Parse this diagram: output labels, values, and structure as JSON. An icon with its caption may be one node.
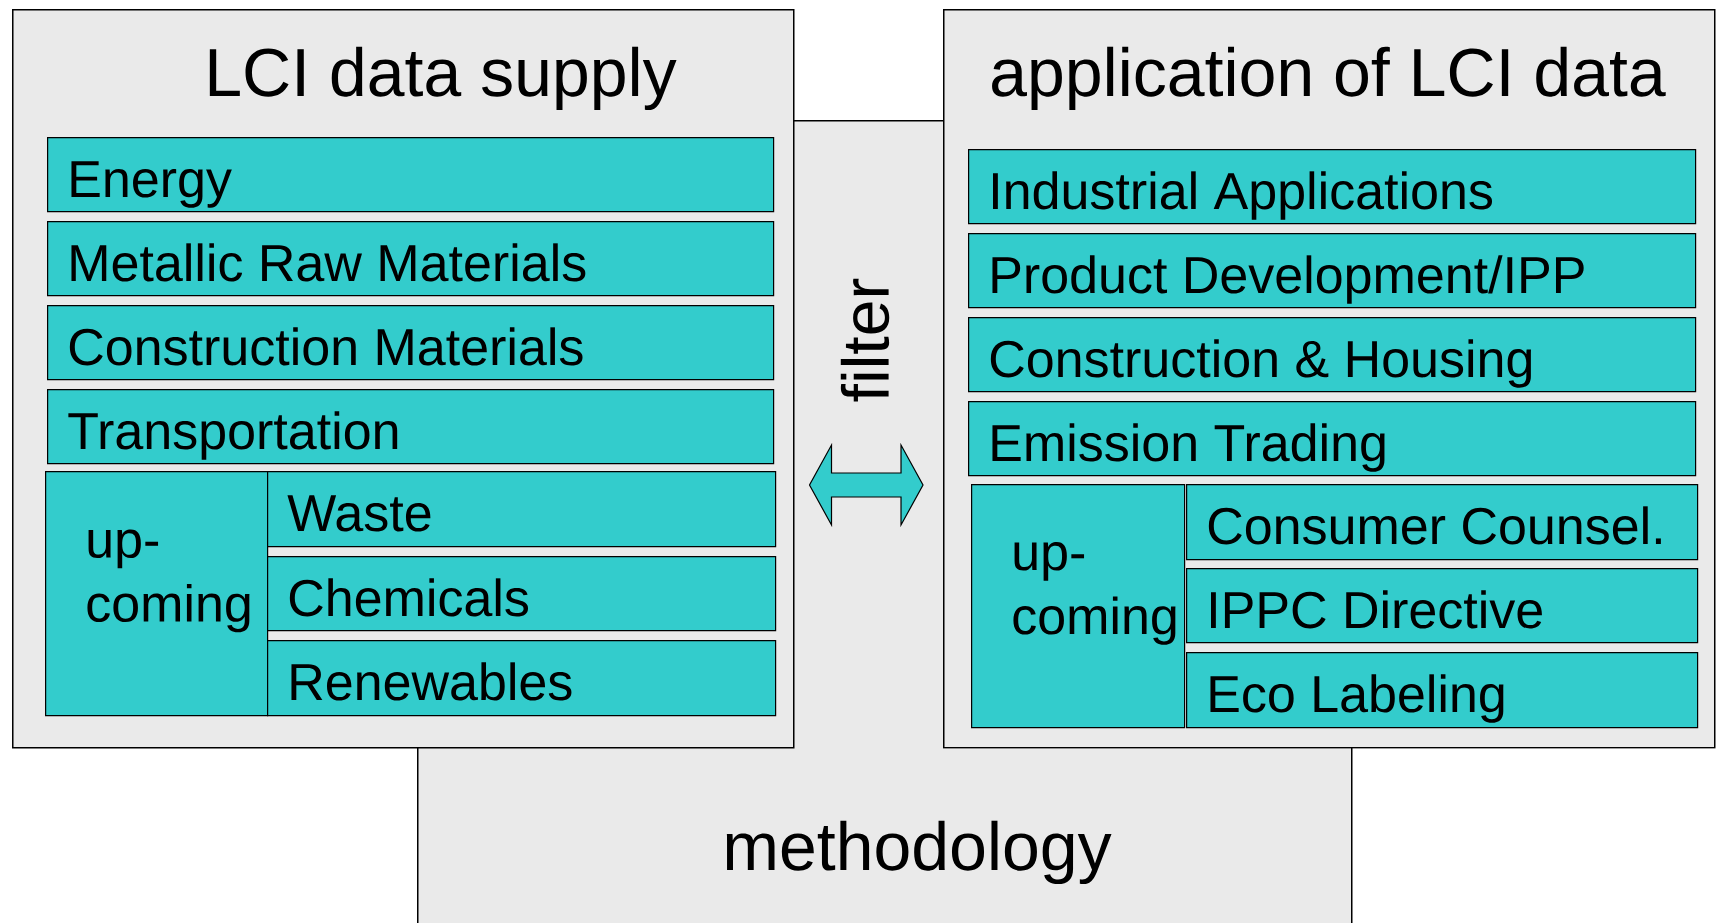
{
  "diagram": {
    "nodes": [
      {
        "text": [
          "LCI data supply"
        ]
      },
      {
        "text": [
          "Energy"
        ],
        "in": 0
      },
      {
        "text": [
          "Metallic Raw Materials"
        ],
        "in": 0
      },
      {
        "text": [
          "Construction Materials"
        ],
        "in": 0
      },
      {
        "text": [
          "Transportation"
        ],
        "in": 0
      },
      {
        "text": [
          "up-coming"
        ],
        "in": 0
      },
      {
        "text": [
          "Waste"
        ],
        "in": 0
      },
      {
        "text": [
          "Chemicals"
        ],
        "in": 0
      },
      {
        "text": [
          "Renewables"
        ],
        "in": 0
      },
      {
        "text": [
          "application of LCI data"
        ]
      },
      {
        "text": [
          "Industrial Applications"
        ],
        "in": 9
      },
      {
        "text": [
          "Product Development/IPP"
        ],
        "in": 9
      },
      {
        "text": [
          "Construction & Housing"
        ],
        "in": 9
      },
      {
        "text": [
          "Emission Trading"
        ],
        "in": 9
      },
      {
        "text": [
          "up-coming"
        ]
      },
      {
        "text": [
          "Consumer Counsel."
        ],
        "in": 9
      },
      {
        "text": [
          "IPPC Directive"
        ],
        "in": 9
      },
      {
        "text": [
          "Eco Labeling"
        ],
        "in": 9
      },
      {
        "text": [
          "methodology"
        ]
      }
    ],
    "edges": [
      {
        "from": 0,
        "to": 9,
        "arrow": "both",
        "label": "filter"
      }
    ]
  }
}
